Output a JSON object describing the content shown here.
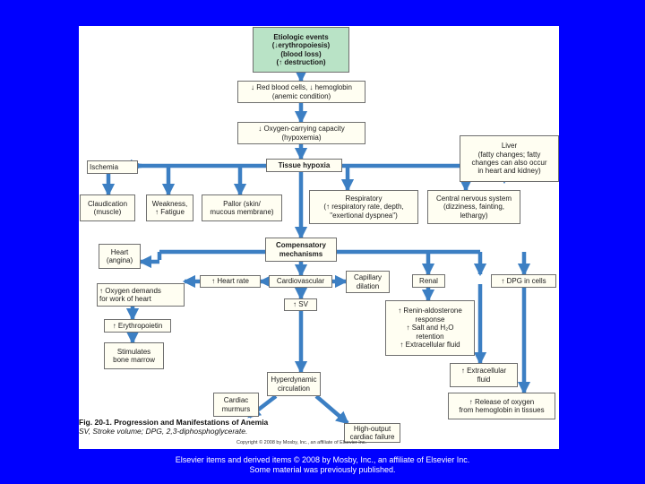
{
  "boxes": {
    "etiologic": [
      "Etiologic events",
      "(↓erythropoiesis)",
      "(blood loss)",
      "(↑ destruction)"
    ],
    "rbc": [
      "↓ Red blood cells, ↓ hemoglobin",
      "(anemic condition)"
    ],
    "oxygen_capacity": [
      "↓ Oxygen-carrying capacity",
      "(hypoxemia)"
    ],
    "liver": [
      "Liver",
      "(fatty changes; fatty",
      "changes can also occur",
      "in heart and kidney)"
    ],
    "ischemia": [
      "Ischemia"
    ],
    "tissue_hypoxia": [
      "Tissue hypoxia"
    ],
    "claudication": [
      "Claudication",
      "(muscle)"
    ],
    "weakness": [
      "Weakness,",
      "↑ Fatigue"
    ],
    "pallor": [
      "Pallor (skin/",
      "mucous membrane)"
    ],
    "respiratory": [
      "Respiratory",
      "(↑ respiratory rate, depth,",
      "\"exertional dyspnea\")"
    ],
    "cns": [
      "Central nervous system",
      "(dizziness, fainting,",
      "lethargy)"
    ],
    "heart": [
      "Heart",
      "(angina)"
    ],
    "compensatory": [
      "Compensatory",
      "mechanisms"
    ],
    "heart_rate": [
      "↑ Heart rate"
    ],
    "cardiovascular": [
      "Cardiovascular"
    ],
    "capillary": [
      "Capillary",
      "dilation"
    ],
    "renal": [
      "Renal"
    ],
    "dpg": [
      "↑ DPG in cells"
    ],
    "oxygen_demands": [
      "↑ Oxygen demands",
      "for work of heart"
    ],
    "sv": [
      "↑ SV"
    ],
    "renin": [
      "↑ Renin-aldosterone",
      "response",
      "↑ Salt and H₂O",
      "retention",
      "↑ Extracellular fluid"
    ],
    "erythropoietin": [
      "↑ Erythropoietin"
    ],
    "bone_marrow": [
      "Stimulates",
      "bone marrow"
    ],
    "ecf": [
      "↑ Extracellular",
      "fluid"
    ],
    "hyperdynamic": [
      "Hyperdynamic",
      "circulation"
    ],
    "murmurs": [
      "Cardiac",
      "murmurs"
    ],
    "high_output": [
      "High-output",
      "cardiac failure"
    ],
    "release_oxygen": [
      "↑ Release of oxygen",
      "from hemoglobin in tissues"
    ]
  },
  "caption": {
    "lead": "Fig. 20-1. Progression and Manifestations of Anemia",
    "abbr": "SV, Stroke volume; DPG, 2,3-diphosphoglycerate."
  },
  "copyright": "Copyright © 2008 by Mosby, Inc., an affiliate of Elsevier Inc.",
  "footer": [
    "Elsevier items and derived items © 2008 by Mosby, Inc., an affiliate of Elsevier Inc.",
    "Some material was previously published."
  ],
  "colors": {
    "background": "#0000ff",
    "arrow": "#3c7fc3",
    "box_fill": "#fffef2",
    "highlight_fill": "#b9e3c6",
    "box_border": "#6f6f6f"
  }
}
